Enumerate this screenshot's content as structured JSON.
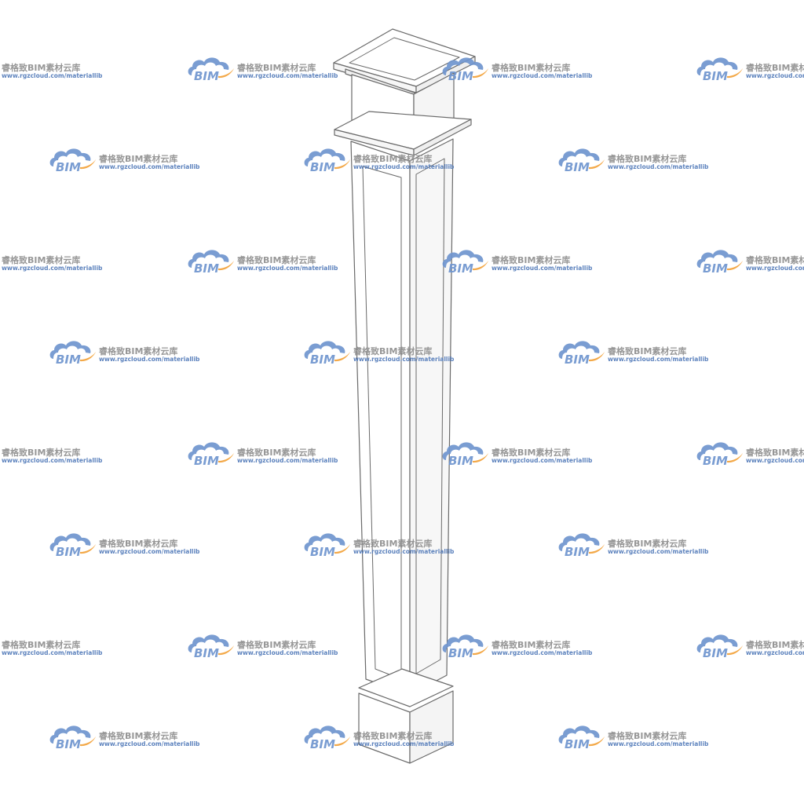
{
  "watermark": {
    "logo_text": "BIM",
    "title": "睿格致BIM素材云库",
    "url": "www.rgzcloud.com/materiallib",
    "colors": {
      "cloud_blue": "#6f95cf",
      "cloud_orange": "#f3a23a",
      "title_gray": "#8f8f8f",
      "url_blue": "#4f78b8"
    },
    "icon": "cloud-logo-icon"
  },
  "model": {
    "subject": "square-column-3d-model",
    "colors": {
      "line": "#666666",
      "face_light": "#ffffff",
      "face_shade": "#f3f3f3"
    }
  }
}
